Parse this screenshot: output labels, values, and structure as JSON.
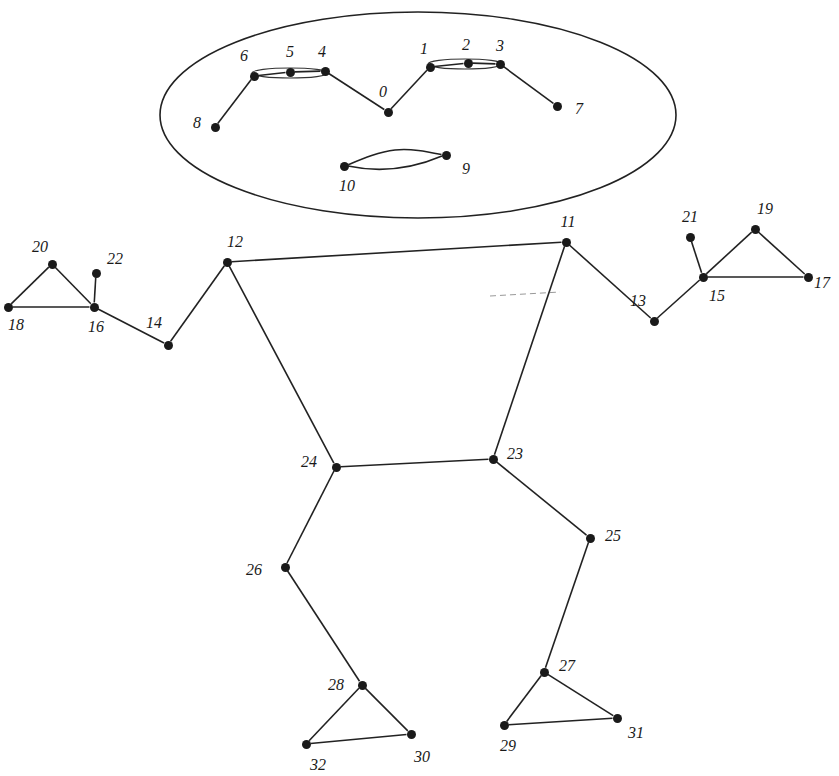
{
  "diagram": {
    "nodes": [
      {
        "text": [
          "0"
        ]
      },
      {
        "text": [
          "1"
        ]
      },
      {
        "text": [
          "2"
        ]
      },
      {
        "text": [
          "3"
        ]
      },
      {
        "text": [
          "4"
        ]
      },
      {
        "text": [
          "5"
        ]
      },
      {
        "text": [
          "6"
        ]
      },
      {
        "text": [
          "7"
        ]
      },
      {
        "text": [
          "8"
        ]
      },
      {
        "text": [
          "9"
        ]
      },
      {
        "text": [
          "10"
        ]
      },
      {
        "text": [
          "11"
        ]
      },
      {
        "text": [
          "12"
        ]
      },
      {
        "text": [
          "13"
        ]
      },
      {
        "text": [
          "14"
        ]
      },
      {
        "text": [
          "15"
        ]
      },
      {
        "text": [
          "16"
        ]
      },
      {
        "text": [
          "17"
        ]
      },
      {
        "text": [
          "18"
        ]
      },
      {
        "text": [
          "19"
        ]
      },
      {
        "text": [
          "20"
        ]
      },
      {
        "text": [
          "21"
        ]
      },
      {
        "text": [
          "22"
        ]
      },
      {
        "text": [
          "23"
        ]
      },
      {
        "text": [
          "24"
        ]
      },
      {
        "text": [
          "25"
        ]
      },
      {
        "text": [
          "26"
        ]
      },
      {
        "text": [
          "27"
        ]
      },
      {
        "text": [
          "28"
        ]
      },
      {
        "text": [
          "29"
        ]
      },
      {
        "text": [
          "30"
        ]
      },
      {
        "text": [
          "31"
        ]
      },
      {
        "text": [
          "32"
        ]
      }
    ],
    "edges": [
      {
        "from": 8,
        "to": 6,
        "arrow": "none"
      },
      {
        "from": 6,
        "to": 5,
        "arrow": "none"
      },
      {
        "from": 5,
        "to": 4,
        "arrow": "none"
      },
      {
        "from": 4,
        "to": 0,
        "arrow": "none"
      },
      {
        "from": 0,
        "to": 1,
        "arrow": "none"
      },
      {
        "from": 1,
        "to": 2,
        "arrow": "none"
      },
      {
        "from": 2,
        "to": 3,
        "arrow": "none"
      },
      {
        "from": 3,
        "to": 7,
        "arrow": "none"
      },
      {
        "from": 10,
        "to": 9,
        "arrow": "none"
      },
      {
        "from": 12,
        "to": 11,
        "arrow": "none"
      },
      {
        "from": 11,
        "to": 13,
        "arrow": "none"
      },
      {
        "from": 13,
        "to": 15,
        "arrow": "none"
      },
      {
        "from": 15,
        "to": 17,
        "arrow": "none"
      },
      {
        "from": 15,
        "to": 19,
        "arrow": "none"
      },
      {
        "from": 17,
        "to": 19,
        "arrow": "none"
      },
      {
        "from": 15,
        "to": 21,
        "arrow": "none"
      },
      {
        "from": 12,
        "to": 14,
        "arrow": "none"
      },
      {
        "from": 14,
        "to": 16,
        "arrow": "none"
      },
      {
        "from": 16,
        "to": 18,
        "arrow": "none"
      },
      {
        "from": 16,
        "to": 20,
        "arrow": "none"
      },
      {
        "from": 18,
        "to": 20,
        "arrow": "none"
      },
      {
        "from": 16,
        "to": 22,
        "arrow": "none"
      },
      {
        "from": 11,
        "to": 23,
        "arrow": "none"
      },
      {
        "from": 12,
        "to": 24,
        "arrow": "none"
      },
      {
        "from": 24,
        "to": 23,
        "arrow": "none"
      },
      {
        "from": 23,
        "to": 25,
        "arrow": "none"
      },
      {
        "from": 24,
        "to": 26,
        "arrow": "none"
      },
      {
        "from": 25,
        "to": 27,
        "arrow": "none"
      },
      {
        "from": 26,
        "to": 28,
        "arrow": "none"
      },
      {
        "from": 27,
        "to": 29,
        "arrow": "none"
      },
      {
        "from": 27,
        "to": 31,
        "arrow": "none"
      },
      {
        "from": 29,
        "to": 31,
        "arrow": "none"
      },
      {
        "from": 28,
        "to": 30,
        "arrow": "none"
      },
      {
        "from": 28,
        "to": 32,
        "arrow": "none"
      },
      {
        "from": 32,
        "to": 30,
        "arrow": "none"
      }
    ]
  }
}
